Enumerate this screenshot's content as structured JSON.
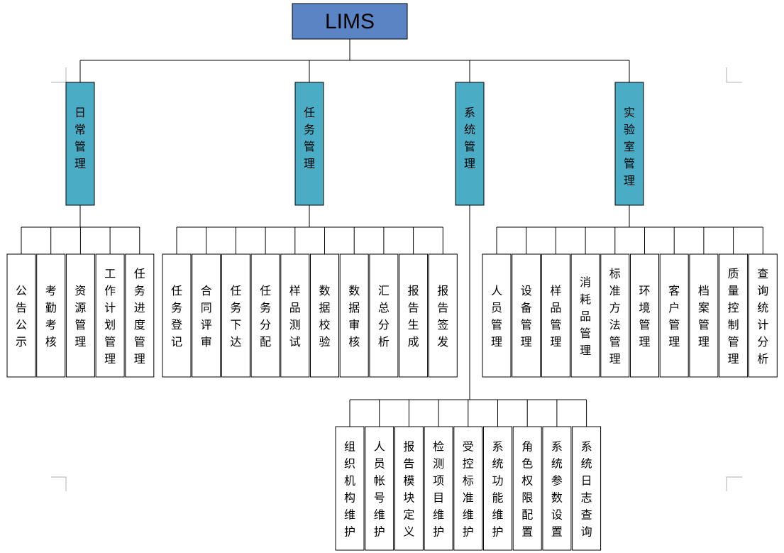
{
  "root": {
    "label": "LIMS",
    "fill": "#5b84c4"
  },
  "colors": {
    "category_fill": "#4bacc6",
    "leaf_fill": "#ffffff",
    "line": "#000000",
    "stroke": "#000000"
  },
  "categories": [
    {
      "label": "日常管理",
      "children": [
        "公告公示",
        "考勤考核",
        "资源管理",
        "工作计划管理",
        "任务进度管理"
      ]
    },
    {
      "label": "任务管理",
      "children": [
        "任务登记",
        "合同评审",
        "任务下达",
        "任务分配",
        "样品测试",
        "数据校验",
        "数据审核",
        "汇总分析",
        "报告生成",
        "报告签发"
      ]
    },
    {
      "label": "系统管理",
      "children": [
        "组织机构维护",
        "人员帐号维护",
        "报告模块定义",
        "检测项目维护",
        "受控标准维护",
        "系统功能维护",
        "角色权限配置",
        "系统参数设置",
        "系统日志查询"
      ]
    },
    {
      "label": "实验室管理",
      "children": [
        "人员管理",
        "设备管理",
        "样品管理",
        "消耗品管理",
        "标准方法管理",
        "环境管理",
        "客户管理",
        "档案管理",
        "质量控制管理",
        "查询统计分析"
      ]
    }
  ]
}
